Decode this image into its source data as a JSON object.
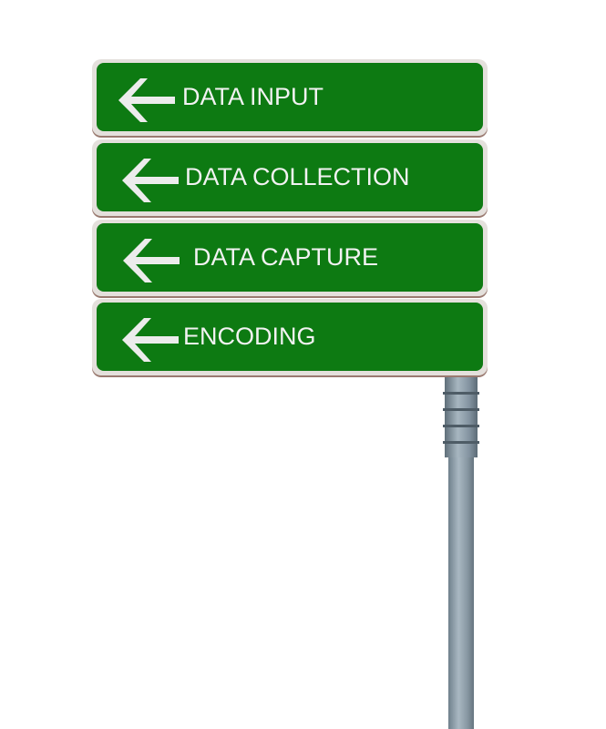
{
  "signs": [
    {
      "label": "DATA INPUT",
      "icon": "left-arrow-icon"
    },
    {
      "label": "DATA COLLECTION",
      "icon": "left-arrow-icon"
    },
    {
      "label": "DATA CAPTURE",
      "icon": "left-arrow-icon"
    },
    {
      "label": "ENCODING",
      "icon": "left-arrow-icon"
    }
  ],
  "colors": {
    "sign_green": "#0d7a12",
    "text": "#f2f2f2",
    "pole": "#8a9aa5"
  }
}
